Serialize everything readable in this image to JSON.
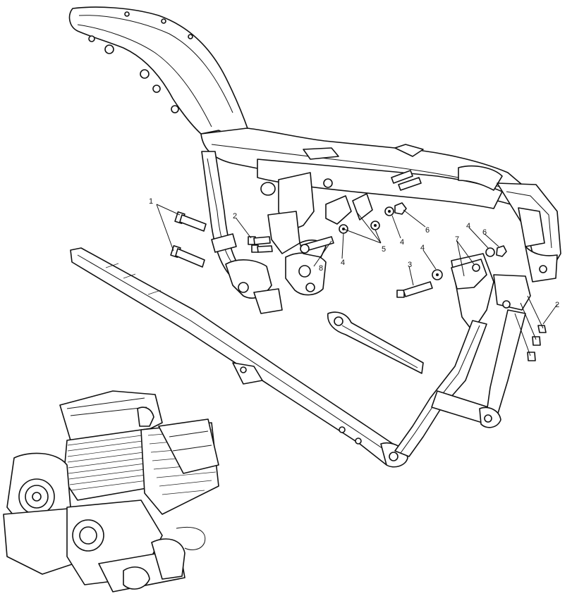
{
  "diagram": {
    "callouts": [
      {
        "id": "c1a",
        "text": "1"
      },
      {
        "id": "c2a",
        "text": "2"
      },
      {
        "id": "c8",
        "text": "8"
      },
      {
        "id": "c4a",
        "text": "4"
      },
      {
        "id": "c5",
        "text": "5"
      },
      {
        "id": "c4b",
        "text": "4"
      },
      {
        "id": "c6a",
        "text": "6"
      },
      {
        "id": "c3",
        "text": "3"
      },
      {
        "id": "c4c",
        "text": "4"
      },
      {
        "id": "c7",
        "text": "7"
      },
      {
        "id": "c4d",
        "text": "4"
      },
      {
        "id": "c6b",
        "text": "6"
      },
      {
        "id": "c2b",
        "text": "2"
      }
    ]
  }
}
